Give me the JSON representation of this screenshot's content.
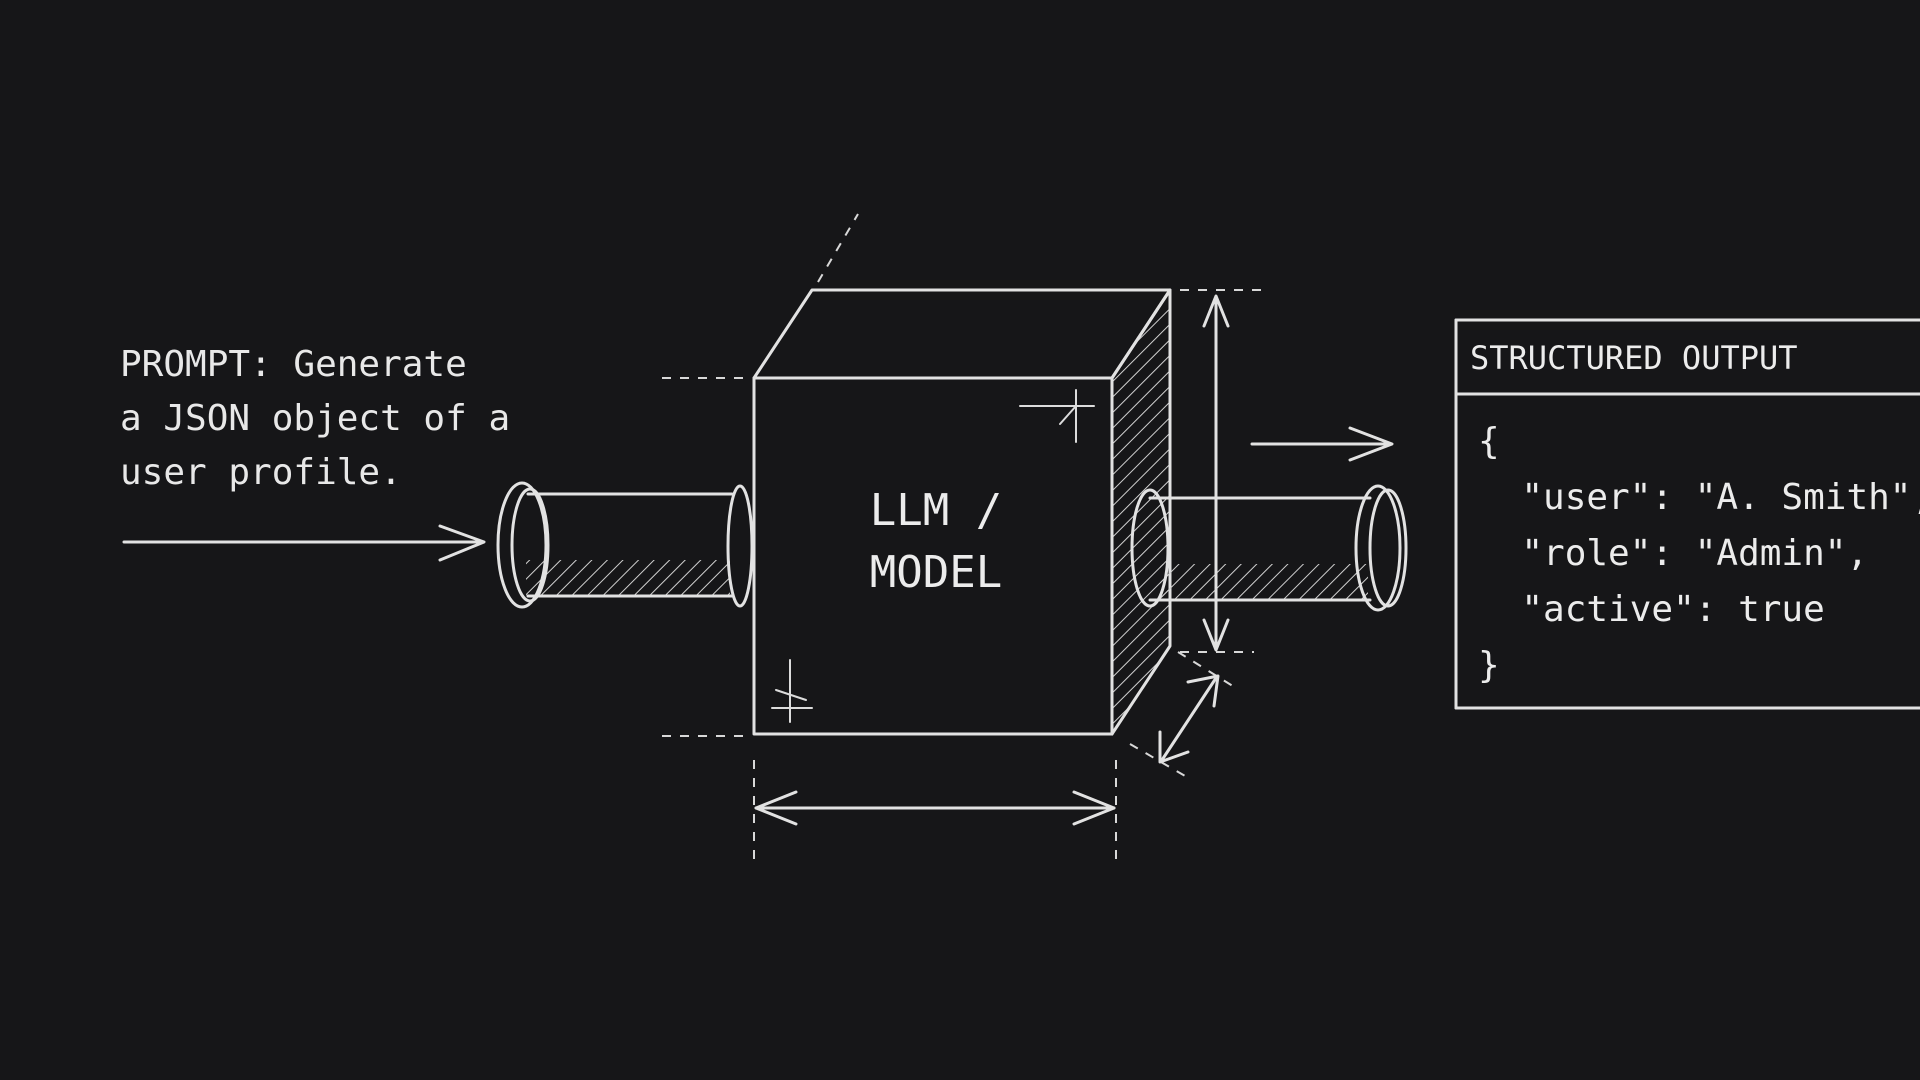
{
  "prompt": {
    "text": "PROMPT: Generate\na JSON object of a\nuser profile."
  },
  "model": {
    "label": "LLM /\nMODEL"
  },
  "output": {
    "title": "STRUCTURED OUTPUT",
    "code": "{\n  \"user\": \"A. Smith\",\n  \"role\": \"Admin\",\n  \"active\": true\n}"
  },
  "colors": {
    "background": "#161618",
    "ink": "#e2e2e2"
  }
}
